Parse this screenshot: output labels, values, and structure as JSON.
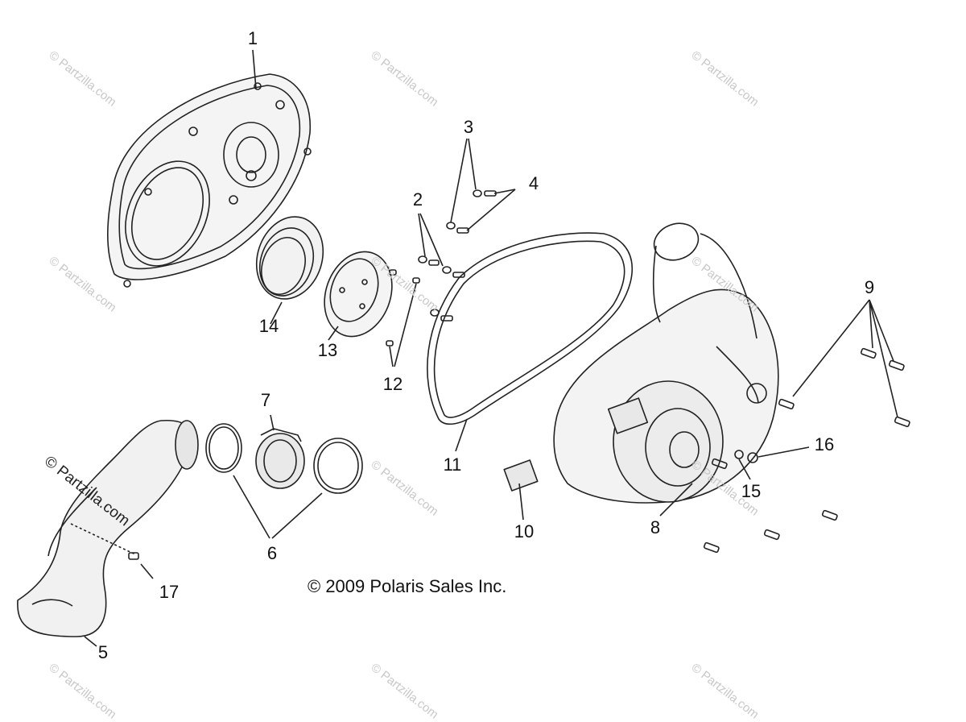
{
  "copyright": "© 2009 Polaris Sales Inc.",
  "brand_watermark": "© Partzilla.com",
  "faint_watermark": "© Partzilla.com",
  "callouts": {
    "c1": "1",
    "c2": "2",
    "c3": "3",
    "c4": "4",
    "c5": "5",
    "c6": "6",
    "c7": "7",
    "c8": "8",
    "c9": "9",
    "c10": "10",
    "c11": "11",
    "c12": "12",
    "c13": "13",
    "c14": "14",
    "c15": "15",
    "c16": "16",
    "c17": "17"
  }
}
